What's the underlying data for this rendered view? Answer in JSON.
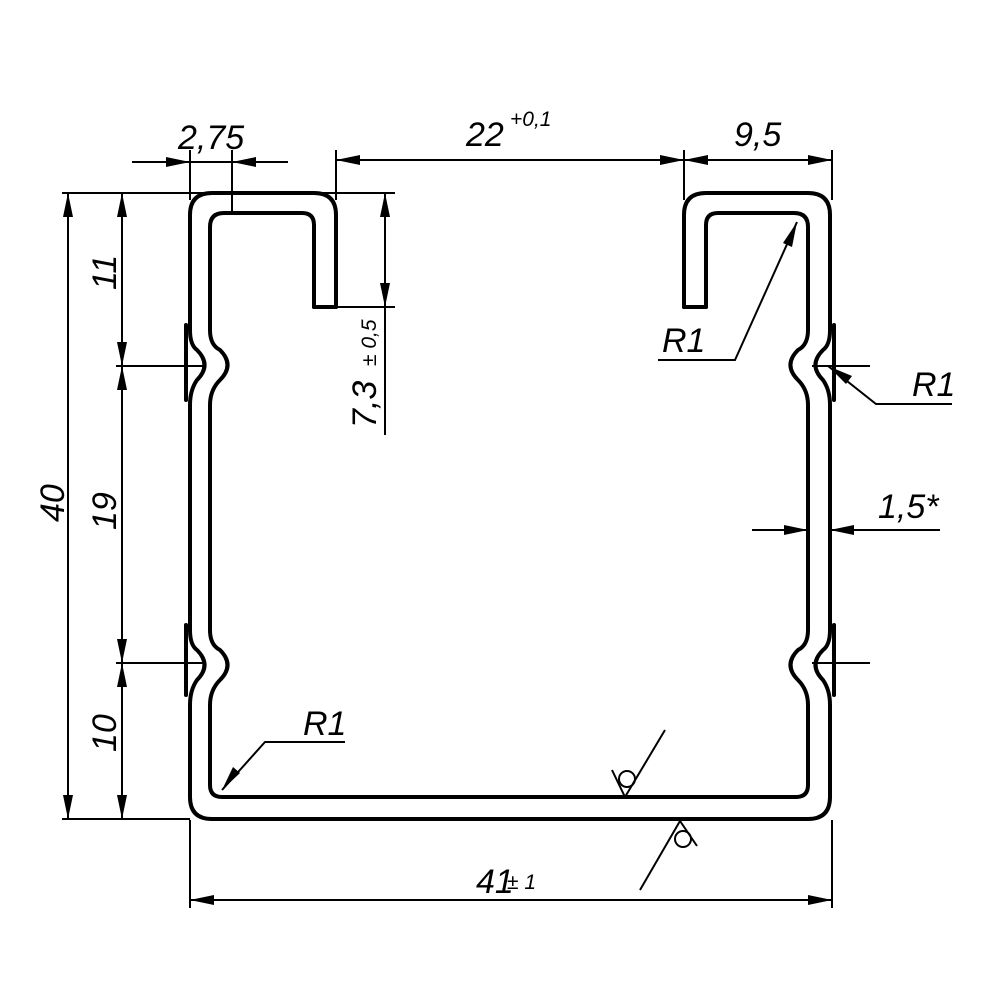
{
  "dims": {
    "flange_width": "2,75",
    "opening": "22",
    "opening_tol": "+0,1",
    "right_lip": "9,5",
    "total_height": "40",
    "seg_top": "11",
    "seg_mid": "19",
    "seg_bottom": "10",
    "lip_depth": "7,3",
    "lip_depth_tol": "± 0,5",
    "radius_top_right": "R1",
    "radius_right_groove": "R1",
    "radius_bottom_left": "R1",
    "thickness": "1,5*",
    "total_width": "41",
    "total_width_tol": "± 1"
  }
}
